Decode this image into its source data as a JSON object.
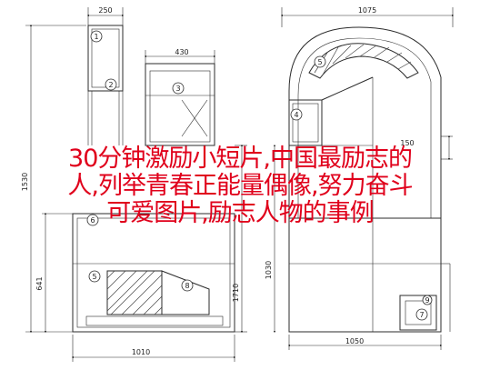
{
  "caption": {
    "line1": "30分钟激励小短片,中国最励志的",
    "line2": "人,列举青春正能量偶像,努力奋斗",
    "line3": "可爱图片,励志人物的事例"
  },
  "dimensions": {
    "top_left": "250",
    "top_mid": "430",
    "top_right": "1075",
    "left_height": "1530",
    "left_lower": "641",
    "right_mid": "1710",
    "right_150": "150",
    "bottom_mid": "1010",
    "bottom_right": "1050",
    "center_height": "1030"
  },
  "callouts": [
    "1",
    "2",
    "3",
    "4",
    "5",
    "6",
    "7",
    "8",
    "9"
  ],
  "colors": {
    "caption": "#e0001b",
    "line": "#2b2b2b"
  }
}
